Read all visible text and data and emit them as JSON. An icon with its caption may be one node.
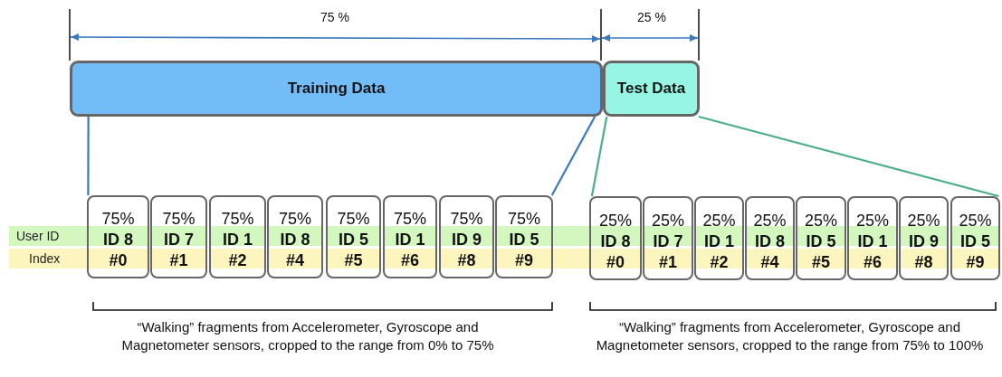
{
  "diagram": {
    "nodes": [
      {
        "text": [
          "Training Data"
        ]
      },
      {
        "text": [
          "Test Data"
        ]
      },
      {
        "text": [
          "User ID"
        ]
      },
      {
        "text": [
          "Index"
        ]
      },
      {
        "text": [
          "75%",
          "ID 8",
          "#0"
        ]
      },
      {
        "text": [
          "75%",
          "ID 7",
          "#1"
        ]
      },
      {
        "text": [
          "75%",
          "ID 1",
          "#2"
        ]
      },
      {
        "text": [
          "75%",
          "ID 8",
          "#4"
        ]
      },
      {
        "text": [
          "75%",
          "ID 5",
          "#5"
        ]
      },
      {
        "text": [
          "75%",
          "ID 1",
          "#6"
        ]
      },
      {
        "text": [
          "75%",
          "ID 9",
          "#8"
        ]
      },
      {
        "text": [
          "75%",
          "ID 5",
          "#9"
        ]
      },
      {
        "text": [
          "25%",
          "ID 8",
          "#0"
        ]
      },
      {
        "text": [
          "25%",
          "ID 7",
          "#1"
        ]
      },
      {
        "text": [
          "25%",
          "ID 1",
          "#2"
        ]
      },
      {
        "text": [
          "25%",
          "ID 8",
          "#4"
        ]
      },
      {
        "text": [
          "25%",
          "ID 5",
          "#5"
        ]
      },
      {
        "text": [
          "25%",
          "ID 1",
          "#6"
        ]
      },
      {
        "text": [
          "25%",
          "ID 9",
          "#8"
        ]
      },
      {
        "text": [
          "25%",
          "ID 5",
          "#9"
        ]
      }
    ],
    "edges": [
      {
        "from": 0,
        "to": 4,
        "arrow": "none",
        "color": "#3a78c0"
      },
      {
        "from": 0,
        "to": 11,
        "arrow": "none",
        "color": "#3a78c0"
      },
      {
        "from": 1,
        "to": 12,
        "arrow": "none",
        "color": "#4caf8a"
      },
      {
        "from": 1,
        "to": 19,
        "arrow": "none",
        "color": "#4caf8a"
      }
    ],
    "labels": [
      "75 %",
      "25 %",
      "“Walking” fragments from Accelerometer, Gyroscope and Magnetometer sensors, cropped to the range from 0% to 75%",
      "“Walking” fragments from Accelerometer, Gyroscope and Magnetometer sensors, cropped to the range from 75% to 100%"
    ]
  }
}
